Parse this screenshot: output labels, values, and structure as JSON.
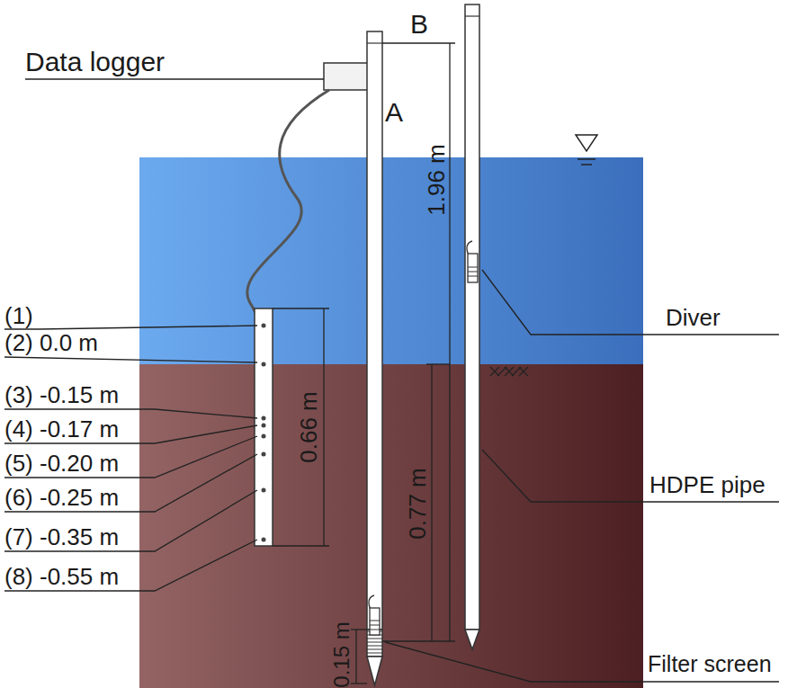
{
  "diagram": {
    "labels": [
      "Data logger",
      "A",
      "B",
      "(1)",
      "(2) 0.0 m",
      "(3) -0.15 m",
      "(4) -0.17 m",
      "(5) -0.20 m",
      "(6) -0.25 m",
      "(7) -0.35 m",
      "(8) -0.55 m",
      "0.66 m",
      "1.96 m",
      "0.77 m",
      "0.15 m",
      "Diver",
      "HDPE pipe",
      "Filter screen"
    ]
  }
}
